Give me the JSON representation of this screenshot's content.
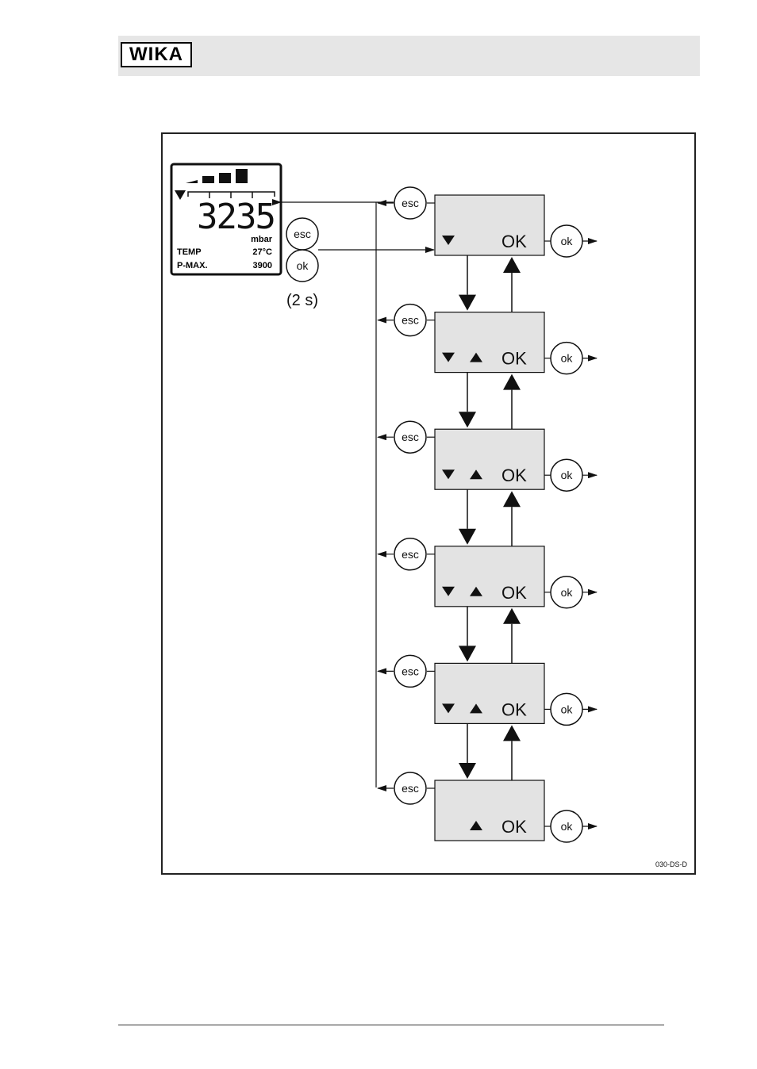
{
  "header": {
    "logo_text": "WIKA",
    "bar_color": "#e6e6e6"
  },
  "lcd_display": {
    "reading": "3235",
    "unit": "mbar",
    "rows": [
      {
        "label": "TEMP",
        "value": "27°C"
      },
      {
        "label": "P-MAX.",
        "value": "3900"
      }
    ]
  },
  "entry_buttons": {
    "esc_label": "esc",
    "ok_label": "ok",
    "hold_label": "(2 s)"
  },
  "menu_items": [
    {
      "esc_label": "esc",
      "ok_label": "ok",
      "ok_text": "OK",
      "down_arrow": true,
      "up_arrow": false
    },
    {
      "esc_label": "esc",
      "ok_label": "ok",
      "ok_text": "OK",
      "down_arrow": true,
      "up_arrow": true
    },
    {
      "esc_label": "esc",
      "ok_label": "ok",
      "ok_text": "OK",
      "down_arrow": true,
      "up_arrow": true
    },
    {
      "esc_label": "esc",
      "ok_label": "ok",
      "ok_text": "OK",
      "down_arrow": true,
      "up_arrow": true
    },
    {
      "esc_label": "esc",
      "ok_label": "ok",
      "ok_text": "OK",
      "down_arrow": true,
      "up_arrow": true
    },
    {
      "esc_label": "esc",
      "ok_label": "ok",
      "ok_text": "OK",
      "down_arrow": false,
      "up_arrow": true
    }
  ],
  "figure_code": "030-DS-D",
  "colors": {
    "menu_box_fill": "#e3e3e3",
    "line": "#111111"
  }
}
